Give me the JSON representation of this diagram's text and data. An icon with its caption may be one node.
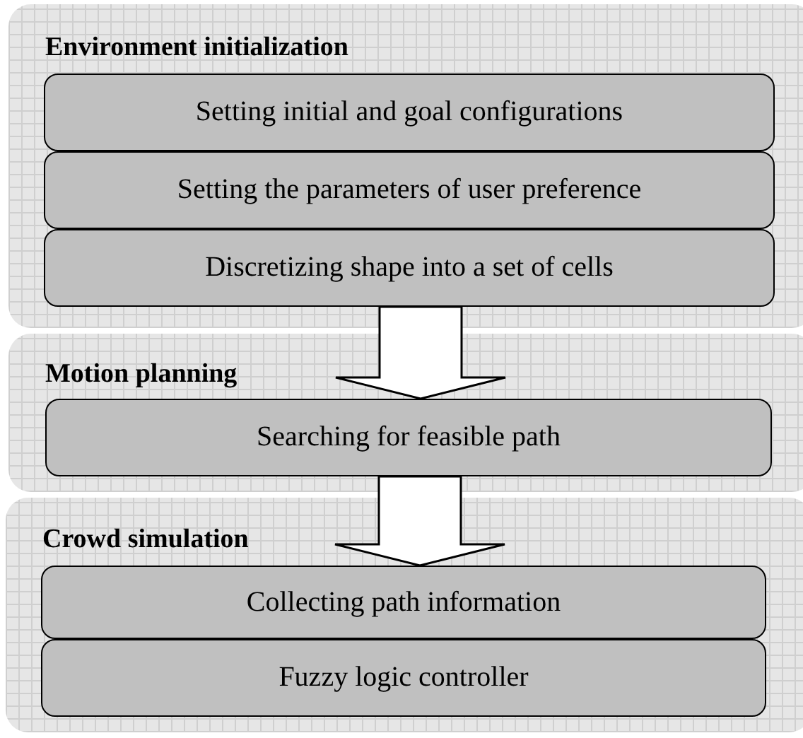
{
  "diagram": {
    "nodes": [
      {
        "text": [
          "Environment initialization"
        ]
      },
      {
        "text": [
          "Setting initial and goal configurations"
        ],
        "in": 0
      },
      {
        "text": [
          "Setting the parameters of user preference"
        ],
        "in": 0
      },
      {
        "text": [
          "Discretizing shape into a set of cells"
        ],
        "in": 0
      },
      {
        "text": [
          "Motion planning"
        ]
      },
      {
        "text": [
          "Searching for feasible path"
        ],
        "in": 4
      },
      {
        "text": [
          "Crowd simulation"
        ]
      },
      {
        "text": [
          "Collecting path information"
        ],
        "in": 6
      },
      {
        "text": [
          "Fuzzy logic controller"
        ],
        "in": 6
      }
    ],
    "edges": [
      {
        "from": 3,
        "to": 5,
        "arrow": "to",
        "style": "thick"
      },
      {
        "from": 5,
        "to": 7,
        "arrow": "to",
        "style": "thick"
      }
    ]
  }
}
